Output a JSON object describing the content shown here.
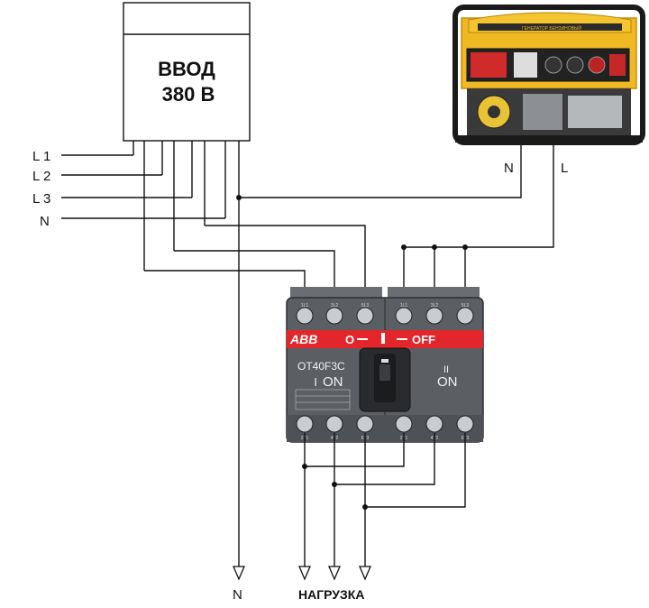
{
  "input_box": {
    "title_line1": "ВВОД",
    "title_line2": "380 В"
  },
  "input_lines": {
    "l1": "L 1",
    "l2": "L 2",
    "l3": "L 3",
    "n": "N"
  },
  "generator": {
    "n_label": "N",
    "l_label": "L",
    "panel_text": "ГЕНЕРАТОР БЕНЗИНОВЫЙ"
  },
  "switch": {
    "brand": "ABB",
    "pos_zero": "O",
    "pos_off": "OFF",
    "model": "OT40F3C",
    "on_left": "ON",
    "on_right": "ON",
    "pos_one": "I",
    "pos_two": "II",
    "top_terminals": [
      "1L1",
      "3L2",
      "5L3",
      "1L1",
      "3L2",
      "5L3"
    ],
    "bottom_terminals": [
      "2T1",
      "4T2",
      "6T3",
      "2T1",
      "4T2",
      "6T3"
    ]
  },
  "outputs": {
    "n_label": "N",
    "load_label": "НАГРУЗКА"
  },
  "colors": {
    "switch_body": "#5b5e63",
    "switch_band": "#e3262b",
    "generator_frame": "#f0b823",
    "wire": "#111111"
  }
}
